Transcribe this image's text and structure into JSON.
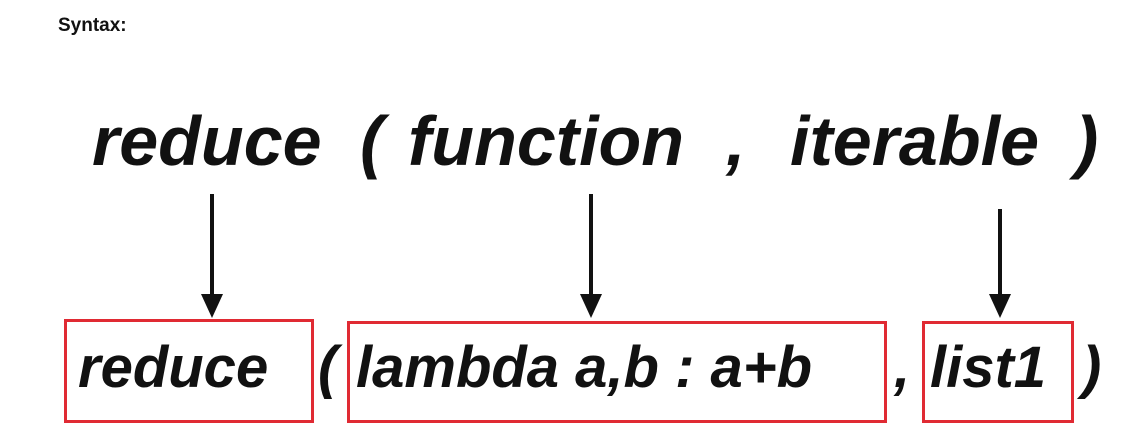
{
  "heading": "Syntax:",
  "syntax": {
    "fn": "reduce",
    "open_paren": "(",
    "function_param": "function",
    "comma": ",",
    "iterable_param": "iterable",
    "close_paren": ")"
  },
  "example": {
    "fn": "reduce",
    "open_paren": "(",
    "lambda_expr": "lambda a,b : a+b",
    "comma": ",",
    "iterable_arg": "list1",
    "close_paren": ")"
  },
  "colors": {
    "text": "#111111",
    "highlight_box": "#e02a33",
    "arrow": "#111111"
  }
}
